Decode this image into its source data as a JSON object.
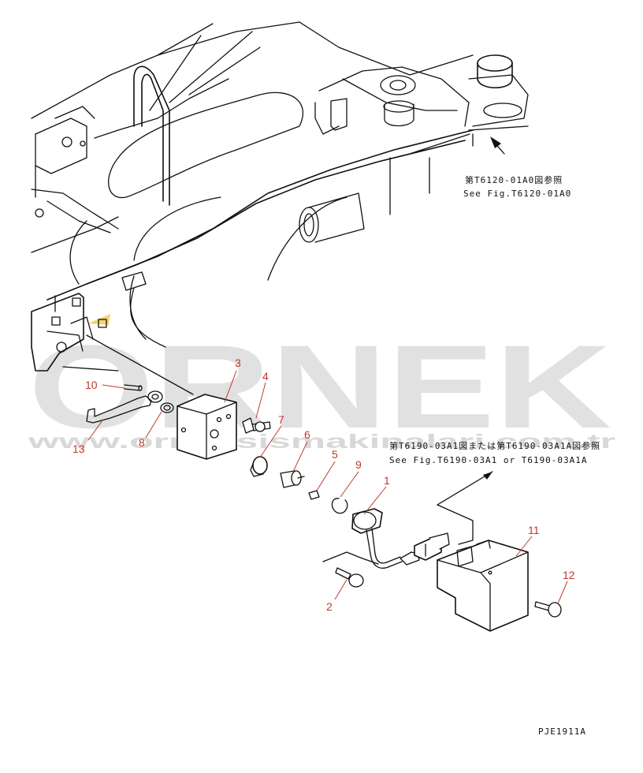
{
  "watermark": {
    "brand": "ORNEK",
    "url": "www.orneksismakinalari.com.tr",
    "accent": "#f2c84b"
  },
  "callouts": {
    "c1": "1",
    "c2": "2",
    "c3": "3",
    "c4": "4",
    "c5": "5",
    "c6": "6",
    "c7": "7",
    "c8": "8",
    "c9": "9",
    "c10": "10",
    "c11": "11",
    "c12": "12",
    "c13": "13"
  },
  "references": {
    "ref1_ja": "第T6120-01A0図参照",
    "ref1_en": "See Fig.T6120-01A0",
    "ref2_ja": "第T6190-03A1図または第T6190-03A1A図参照",
    "ref2_en": "See Fig.T6190-03A1 or T6190-03A1A"
  },
  "drawing_code": "PJE1911A",
  "colors": {
    "callout": "#c0392b",
    "line": "#111111"
  }
}
